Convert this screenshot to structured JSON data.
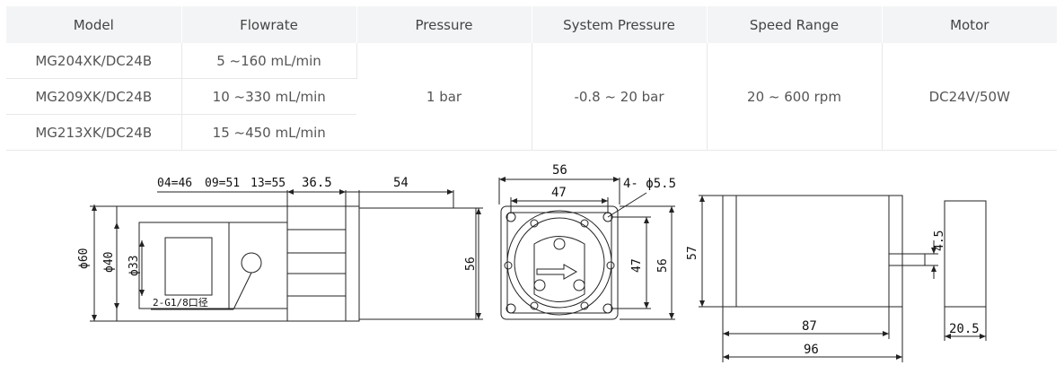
{
  "table": {
    "headers": [
      "Model",
      "Flowrate",
      "Pressure",
      "System Pressure",
      "Speed Range",
      "Motor"
    ],
    "rows": [
      {
        "model": "MG204XK/DC24B",
        "flowrate": "5 ~160 mL/min"
      },
      {
        "model": "MG209XK/DC24B",
        "flowrate": "10 ~330 mL/min"
      },
      {
        "model": "MG213XK/DC24B",
        "flowrate": "15 ~450 mL/min"
      }
    ],
    "pressure": "1 bar",
    "system_pressure": "-0.8 ~ 20 bar",
    "speed_range": "20 ~ 600 rpm",
    "motor": "DC24V/50W"
  },
  "drawing": {
    "side_view": {
      "top_dims": [
        "04=46",
        "09=51",
        "13=55",
        "36.5",
        "54"
      ],
      "left_dims": [
        "ϕ60",
        "ϕ40",
        "ϕ33"
      ],
      "right_dim": "56",
      "port_label": "2-G1/8口径"
    },
    "front_view": {
      "top_dims": [
        "56",
        "47"
      ],
      "hole_label": "4- ϕ5.5",
      "right_dims": [
        "47",
        "56"
      ]
    },
    "motor_view": {
      "left_dim": "57",
      "right_dim": "4.5",
      "bottom_dims": [
        "87",
        "96"
      ]
    },
    "end_view": {
      "bottom_dim": "20.5"
    }
  }
}
